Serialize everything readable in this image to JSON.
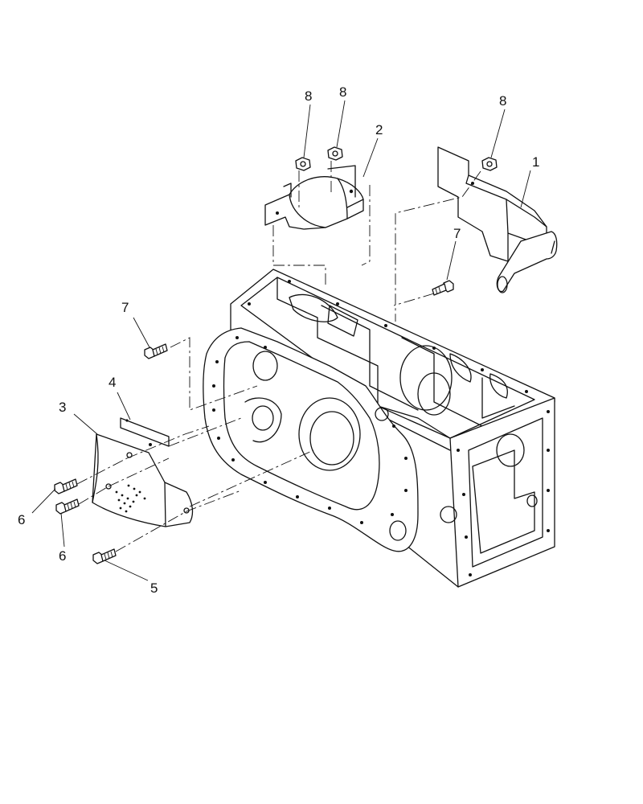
{
  "diagram": {
    "callouts": {
      "c1": "1",
      "c2": "2",
      "c3": "3",
      "c4": "4",
      "c5": "5",
      "c6a": "6",
      "c6b": "6",
      "c7a": "7",
      "c7b": "7",
      "c8a": "8",
      "c8b": "8",
      "c8c": "8"
    }
  }
}
